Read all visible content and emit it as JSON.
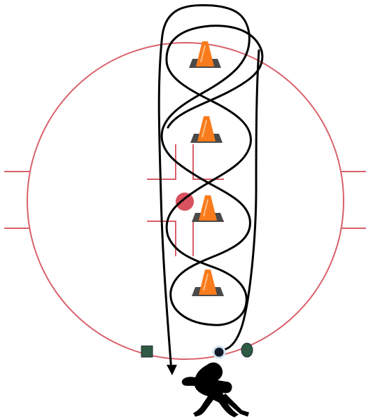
{
  "diagram": {
    "type": "hockey-drill",
    "rink_color": "#d9606a",
    "faceoff_dot_color": "#d9525d",
    "route_color": "#000000",
    "cone_color": "#f97b1c",
    "cone_base_color": "#4a4a4a",
    "cones": [
      {
        "name": "cone-1"
      },
      {
        "name": "cone-2"
      },
      {
        "name": "cone-3"
      },
      {
        "name": "cone-4"
      }
    ],
    "markers": [
      {
        "name": "square-player-marker",
        "shape": "square",
        "color": "#2f5a43"
      },
      {
        "name": "puck-start-marker",
        "shape": "circle",
        "color": "#111827",
        "stroke": "#cfe3ef"
      },
      {
        "name": "circle-player-marker",
        "shape": "circle",
        "color": "#2f5a43"
      }
    ],
    "skater_icon": "hockey-player-icon"
  }
}
